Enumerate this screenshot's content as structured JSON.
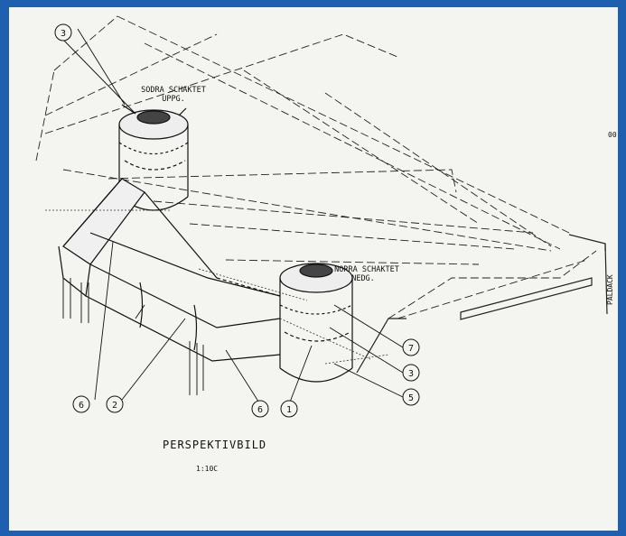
{
  "colors": {
    "frame": "#1f5fb0",
    "paper": "#f4f4f0",
    "ink": "#111111"
  },
  "labels": {
    "south_shaft_line1": "SODRA SCHAKTET",
    "south_shaft_line2": "UPPG.",
    "north_shaft_line1": "NORRA SCHAKTET",
    "north_shaft_line2": "NEDG.",
    "title": "PERSPEKTIVBILD",
    "scale": "1:10C",
    "side_label": "PALDACK",
    "edge_mark": "00"
  },
  "callouts": [
    "3",
    "7",
    "3",
    "5",
    "1",
    "6",
    "2",
    "6"
  ]
}
